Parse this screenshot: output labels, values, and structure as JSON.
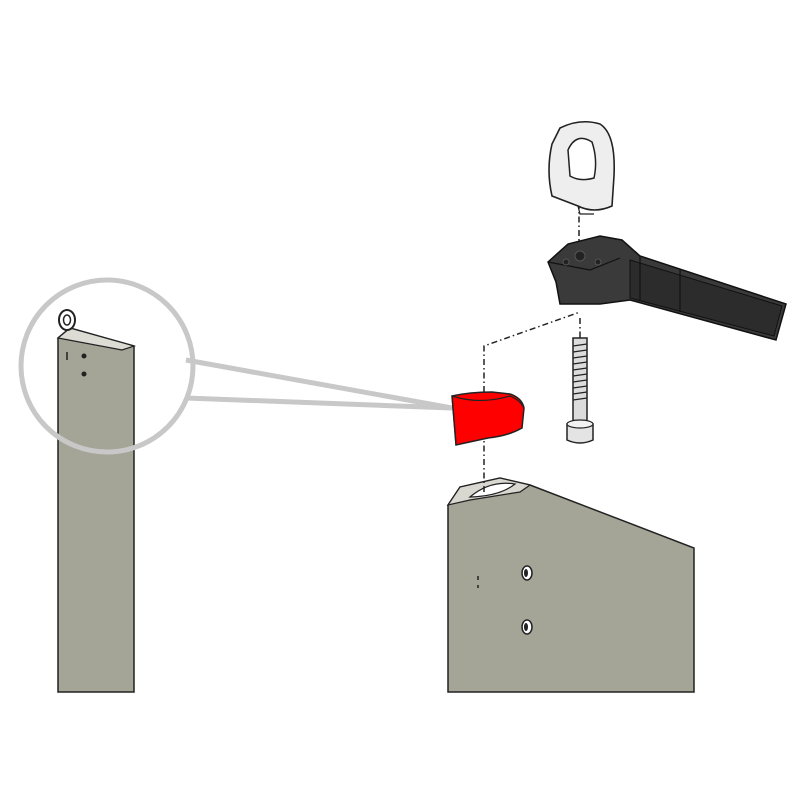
{
  "diagram": {
    "type": "exploded-assembly-illustration",
    "colors": {
      "post": "#a4a596",
      "post_dark": "#8f9083",
      "highlight_part": "#ff0000",
      "bracket": "#3a3a3a",
      "eye_ring": "#e6e6e6",
      "bolt": "#d9d9d9",
      "callout_ring": "#c8c8c8",
      "outline": "#222222"
    },
    "parts": [
      {
        "id": "eye-ring",
        "icon": "lifting-eye-icon"
      },
      {
        "id": "hinge-bracket",
        "icon": "bracket-icon"
      },
      {
        "id": "socket-bolt",
        "icon": "bolt-icon"
      },
      {
        "id": "wedge-insert",
        "icon": "wedge-icon",
        "highlighted": true
      },
      {
        "id": "post-top",
        "icon": "post-icon"
      },
      {
        "id": "post-overview",
        "icon": "post-icon"
      }
    ]
  }
}
